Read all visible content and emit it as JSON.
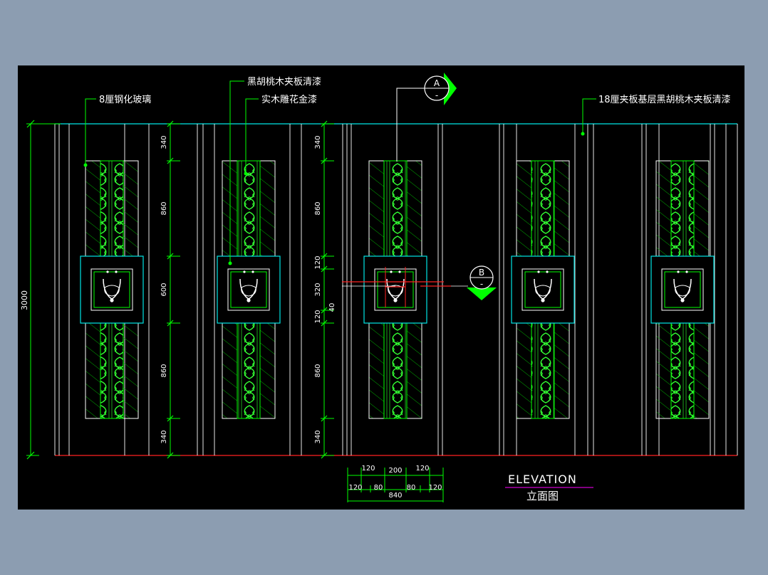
{
  "labels": {
    "glass": "8厘钢化玻璃",
    "walnut_panel": "黑胡桃木夹板清漆",
    "carved_wood": "实木雕花金漆",
    "base_panel": "18厘夹板基层黑胡桃木夹板清漆"
  },
  "section_marks": {
    "a": {
      "letter": "A",
      "sub": "-"
    },
    "b": {
      "letter": "B",
      "sub": "-"
    }
  },
  "dimensions": {
    "total_height": "3000",
    "left_column": [
      "340",
      "860",
      "600",
      "860",
      "340"
    ],
    "right_column": [
      "340",
      "860",
      "120",
      "320",
      "120",
      "860",
      "340"
    ],
    "small": "40",
    "bottom_row1": [
      "120",
      "200",
      "120"
    ],
    "bottom_row2": [
      "120",
      "80",
      "80",
      "120"
    ],
    "bottom_total": "840"
  },
  "title": {
    "en": "ELEVATION",
    "zh": "立面图"
  },
  "colors": {
    "background": "#000000",
    "outline": "#ffffff",
    "cyan": "#00e5e5",
    "green": "#00ff00",
    "red": "#ff2222",
    "magenta": "#ff00ff",
    "frame": "#8c9db1"
  }
}
